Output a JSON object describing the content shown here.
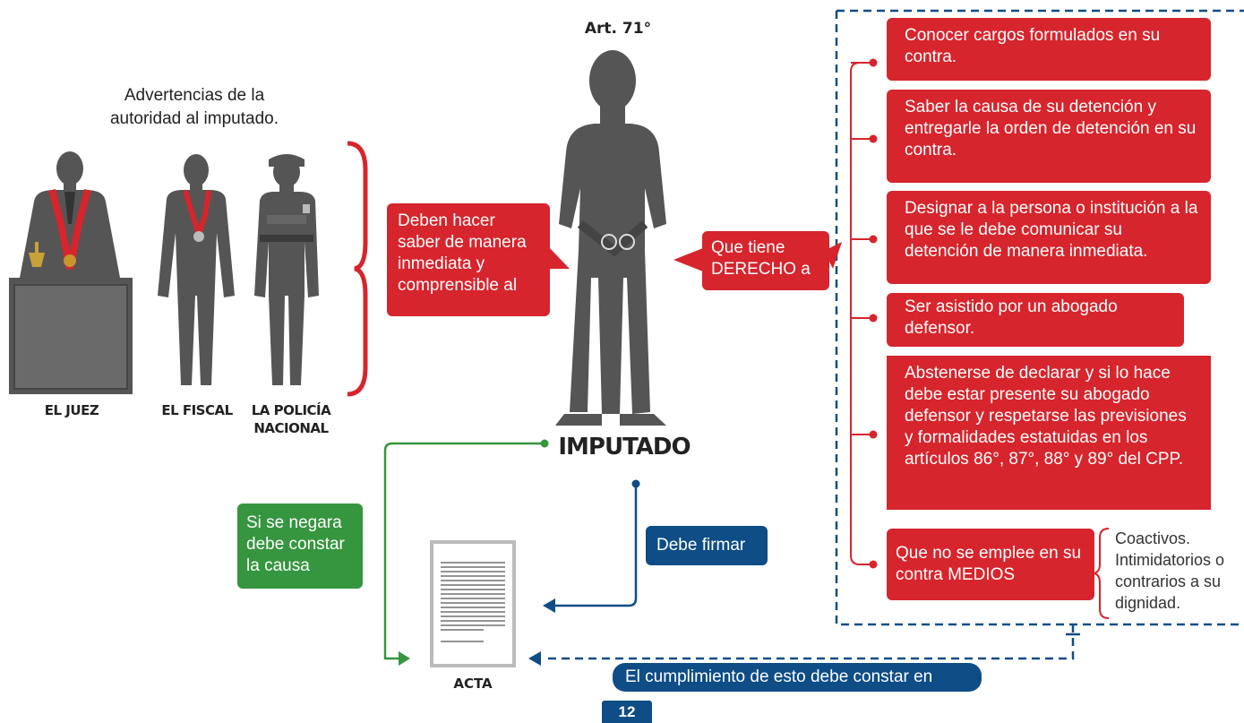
{
  "article": "Art. 71°",
  "intro_text": "Advertencias de la autoridad al imputado.",
  "figures": [
    {
      "label": "EL JUEZ"
    },
    {
      "label": "EL FISCAL"
    },
    {
      "label": "LA POLICÍA NACIONAL"
    }
  ],
  "deben_box": "Deben hacer saber de manera inmediata y comprensible al",
  "imputado_label": "IMPUTADO",
  "derecho_box": "Que tiene DERECHO a",
  "rights": [
    "Conocer cargos formulados en su contra.",
    "Saber la causa de su detención y entregarle la orden de detención en su contra.",
    "Designar a la persona o institución a la que se le debe comunicar su detención de manera inmediata.",
    "Ser asistido por un abogado defensor.",
    "Abstenerse de declarar y si lo hace debe estar presente su abogado defensor y respetarse las previsiones y formalidades estatuidas en los artículos 86°, 87°, 88° y 89° del CPP.",
    "Que no se emplee en su contra MEDIOS"
  ],
  "medios": "Coactivos. Intimidatorios o contrarios a su dignidad.",
  "negara_box": "Si se negara debe constar la causa",
  "firmar_box": "Debe firmar",
  "acta_label": "ACTA",
  "cumplimiento_box": "El cumplimiento de esto debe constar en",
  "page_number": "12",
  "colors": {
    "red": "#d6252d",
    "green": "#36953f",
    "blue": "#0e4d86",
    "silhouette": "#555555"
  }
}
